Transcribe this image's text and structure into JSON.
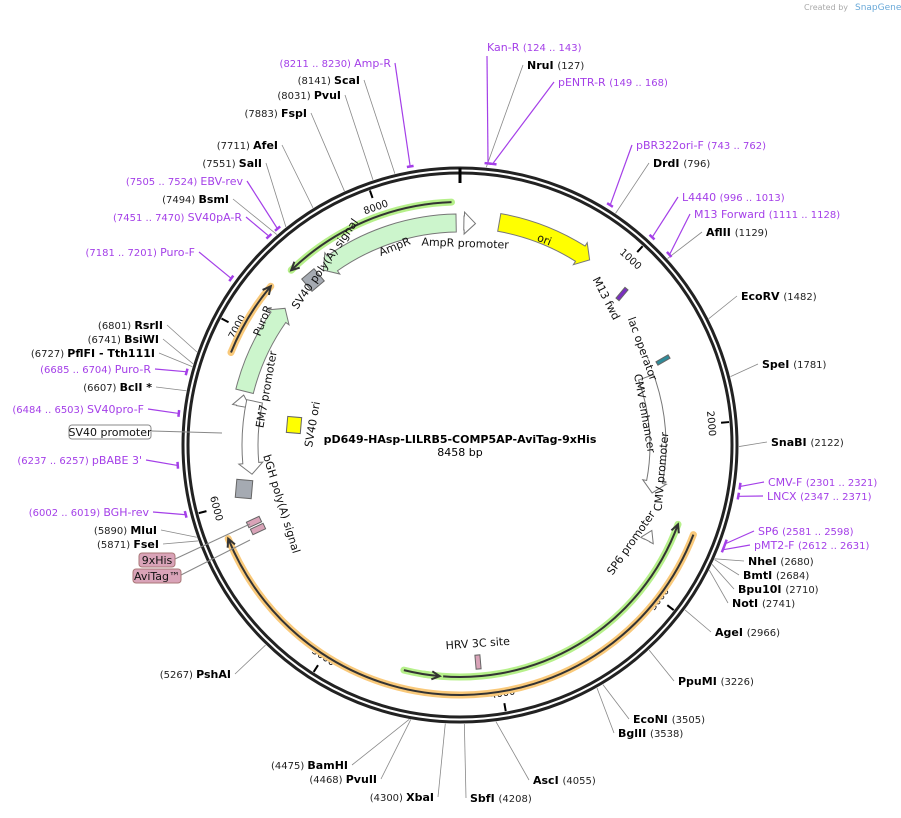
{
  "credit": {
    "prefix": "Created by",
    "brand": "SnapGene"
  },
  "plasmid": {
    "name": "pD649-HAsp-LILRB5-COMP5AP-AviTag-9xHis",
    "length_label": "8458 bp",
    "length": 8458
  },
  "ticks": [
    "1000",
    "2000",
    "3000",
    "4000",
    "5000",
    "6000",
    "7000",
    "8000"
  ],
  "enzymes": [
    {
      "name": "NruI",
      "pos": 127,
      "label": "(127)"
    },
    {
      "name": "DrdI",
      "pos": 796,
      "label": "(796)"
    },
    {
      "name": "AflII",
      "pos": 1129,
      "label": "(1129)"
    },
    {
      "name": "EcoRV",
      "pos": 1482,
      "label": "(1482)"
    },
    {
      "name": "SpeI",
      "pos": 1781,
      "label": "(1781)"
    },
    {
      "name": "SnaBI",
      "pos": 2122,
      "label": "(2122)"
    },
    {
      "name": "NheI",
      "pos": 2680,
      "label": "(2680)"
    },
    {
      "name": "BmtI",
      "pos": 2684,
      "label": "(2684)"
    },
    {
      "name": "Bpu10I",
      "pos": 2710,
      "label": "(2710)"
    },
    {
      "name": "NotI",
      "pos": 2741,
      "label": "(2741)"
    },
    {
      "name": "AgeI",
      "pos": 2966,
      "label": "(2966)"
    },
    {
      "name": "PpuMI",
      "pos": 3226,
      "label": "(3226)"
    },
    {
      "name": "EcoNI",
      "pos": 3505,
      "label": "(3505)"
    },
    {
      "name": "BglII",
      "pos": 3538,
      "label": "(3538)"
    },
    {
      "name": "AscI",
      "pos": 4055,
      "label": "(4055)"
    },
    {
      "name": "SbfI",
      "pos": 4208,
      "label": "(4208)"
    },
    {
      "name": "XbaI",
      "pos": 4300,
      "label": "(4300)"
    },
    {
      "name": "PvuII",
      "pos": 4468,
      "label": "(4468)"
    },
    {
      "name": "BamHI",
      "pos": 4475,
      "label": "(4475)"
    },
    {
      "name": "PshAI",
      "pos": 5267,
      "label": "(5267)"
    },
    {
      "name": "FseI",
      "pos": 5871,
      "label": "(5871)"
    },
    {
      "name": "MluI",
      "pos": 5890,
      "label": "(5890)"
    },
    {
      "name": "BclI *",
      "pos": 6607,
      "label": "(6607)"
    },
    {
      "name": "PflFI  - Tth111I",
      "pos": 6727,
      "label": "(6727)"
    },
    {
      "name": "BsiWI",
      "pos": 6741,
      "label": "(6741)"
    },
    {
      "name": "RsrII",
      "pos": 6801,
      "label": "(6801)"
    },
    {
      "name": "BsmI",
      "pos": 7494,
      "label": "(7494)"
    },
    {
      "name": "SalI",
      "pos": 7551,
      "label": "(7551)"
    },
    {
      "name": "AfeI",
      "pos": 7711,
      "label": "(7711)"
    },
    {
      "name": "FspI",
      "pos": 7883,
      "label": "(7883)"
    },
    {
      "name": "PvuI",
      "pos": 8031,
      "label": "(8031)"
    },
    {
      "name": "ScaI",
      "pos": 8141,
      "label": "(8141)"
    }
  ],
  "primers": [
    {
      "name": "Kan-R",
      "pos": 133,
      "range": "(124 .. 143)"
    },
    {
      "name": "pENTR-R",
      "pos": 158,
      "range": "(149 .. 168)"
    },
    {
      "name": "pBR322ori-F",
      "pos": 752,
      "range": "(743 .. 762)"
    },
    {
      "name": "L4440",
      "pos": 1004,
      "range": "(996 .. 1013)"
    },
    {
      "name": "M13 Forward",
      "pos": 1120,
      "range": "(1111 .. 1128)"
    },
    {
      "name": "CMV-F",
      "pos": 2311,
      "range": "(2301 .. 2321)"
    },
    {
      "name": "LNCX",
      "pos": 2359,
      "range": "(2347 .. 2371)"
    },
    {
      "name": "SP6",
      "pos": 2590,
      "range": "(2581 .. 2598)"
    },
    {
      "name": "pMT2-F",
      "pos": 2622,
      "range": "(2612 .. 2631)"
    },
    {
      "name": "BGH-rev",
      "pos": 6010,
      "range": "(6002 .. 6019)"
    },
    {
      "name": "pBABE 3'",
      "pos": 6247,
      "range": "(6237 .. 6257)"
    },
    {
      "name": "SV40pro-F",
      "pos": 6494,
      "range": "(6484 .. 6503)"
    },
    {
      "name": "Puro-R",
      "pos": 6695,
      "range": "(6685 .. 6704)"
    },
    {
      "name": "Puro-F",
      "pos": 7191,
      "range": "(7181 .. 7201)"
    },
    {
      "name": "SV40pA-R",
      "pos": 7460,
      "range": "(7451 .. 7470)"
    },
    {
      "name": "EBV-rev",
      "pos": 7515,
      "range": "(7505 .. 7524)"
    },
    {
      "name": "Amp-R",
      "pos": 8220,
      "range": "(8211 .. 8230)"
    }
  ],
  "features": {
    "ori": "ori",
    "ampr": "AmpR",
    "ampr_promoter": "AmpR promoter",
    "sv40_polya": "SV40 poly(A) signal",
    "puror": "PuroR",
    "em7": "EM7 promoter",
    "sv40_ori": "SV40 ori",
    "bgh": "bGH poly(A) signal",
    "m13fwd": "M13 fwd",
    "lac": "lac operator",
    "cmv_enh": "CMV enhancer",
    "cmv_prom": "CMV promoter",
    "sp6": "SP6 promoter",
    "hrv": "HRV 3C site",
    "sv40_prom": "SV40 promoter",
    "his": "9xHis",
    "avi": "AviTag™"
  },
  "colors": {
    "primer": "#a43fe8",
    "ori": "#ffff00",
    "green": "#ccf5cc",
    "orange": "#f9c97a",
    "grey": "#a5aab2",
    "pink": "#d9a3b8"
  }
}
